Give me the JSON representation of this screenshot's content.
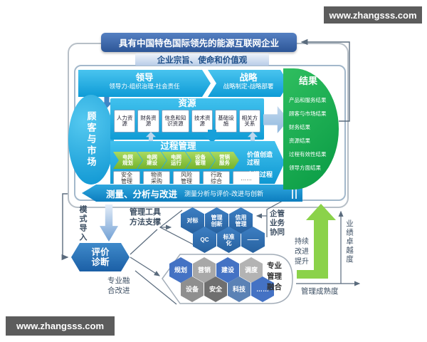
{
  "watermark": {
    "text": "www.zhangsss.com"
  },
  "vision_banner": "具有中国特色国际领先的能源互联网企业",
  "purpose_band": "企业宗旨、使命和价值观",
  "leadership": {
    "title": "领导",
    "subtitle": "领导力-组织治理-社会责任"
  },
  "strategy": {
    "title": "战略",
    "subtitle": "战略制定-战略部署"
  },
  "customer_market": "顾客与市场",
  "resources": {
    "title": "资源",
    "items": [
      "人力资源",
      "财务资源",
      "信息和知识资源",
      "技术资源",
      "基础设施",
      "相关方关系"
    ]
  },
  "process": {
    "title": "过程管理",
    "value_chain": [
      "电网规划",
      "电网建设",
      "电网运行",
      "设备管理",
      "营销服务"
    ],
    "value_label": "价值创造过程",
    "support": [
      "安全管理",
      "物资采购",
      "风险管理",
      "行政综合",
      "……"
    ],
    "support_label": "支撑过程"
  },
  "measurement": {
    "title": "测量、分析与改进",
    "subtitle": "测量分析与评价-改进与创新"
  },
  "results": {
    "title": "结果",
    "items": [
      "产品和服务结果",
      "顾客与市场结果",
      "财务结果",
      "资源结果",
      "过程有效性结果",
      "领导方面结果"
    ]
  },
  "bottom": {
    "mode_import": "模式导入",
    "evaluation": "评价诊断",
    "tools_label": "管理工具方法支撑",
    "tool_hexagons": [
      "对标",
      "管理创新",
      "信用管理",
      "QC",
      "标准化",
      "——"
    ],
    "synergy_label": "企管业务协同",
    "continuous_label": "持续改进提升",
    "pro_fusion_improve_label": "专业融合改进",
    "pro_hexagons": [
      "规划",
      "营销",
      "建设",
      "调度",
      "设备",
      "安全",
      "科技",
      "……"
    ],
    "pro_management_fusion_label": "专业管理融合",
    "y_axis": "业绩卓越度",
    "x_axis": "管理成熟度"
  },
  "colors": {
    "banner_blue": "#2d5697",
    "cyan": "#119cd6",
    "green_panel": "#089a44",
    "chevron_green": "#84c43c",
    "hex_blue": "#2f6eb5",
    "pro_hex_blue": "#4472c4",
    "gray_hex": "#a8a8a8",
    "arrow_green": "#8bd24a",
    "watermark_bg": "#5c5c5c"
  }
}
